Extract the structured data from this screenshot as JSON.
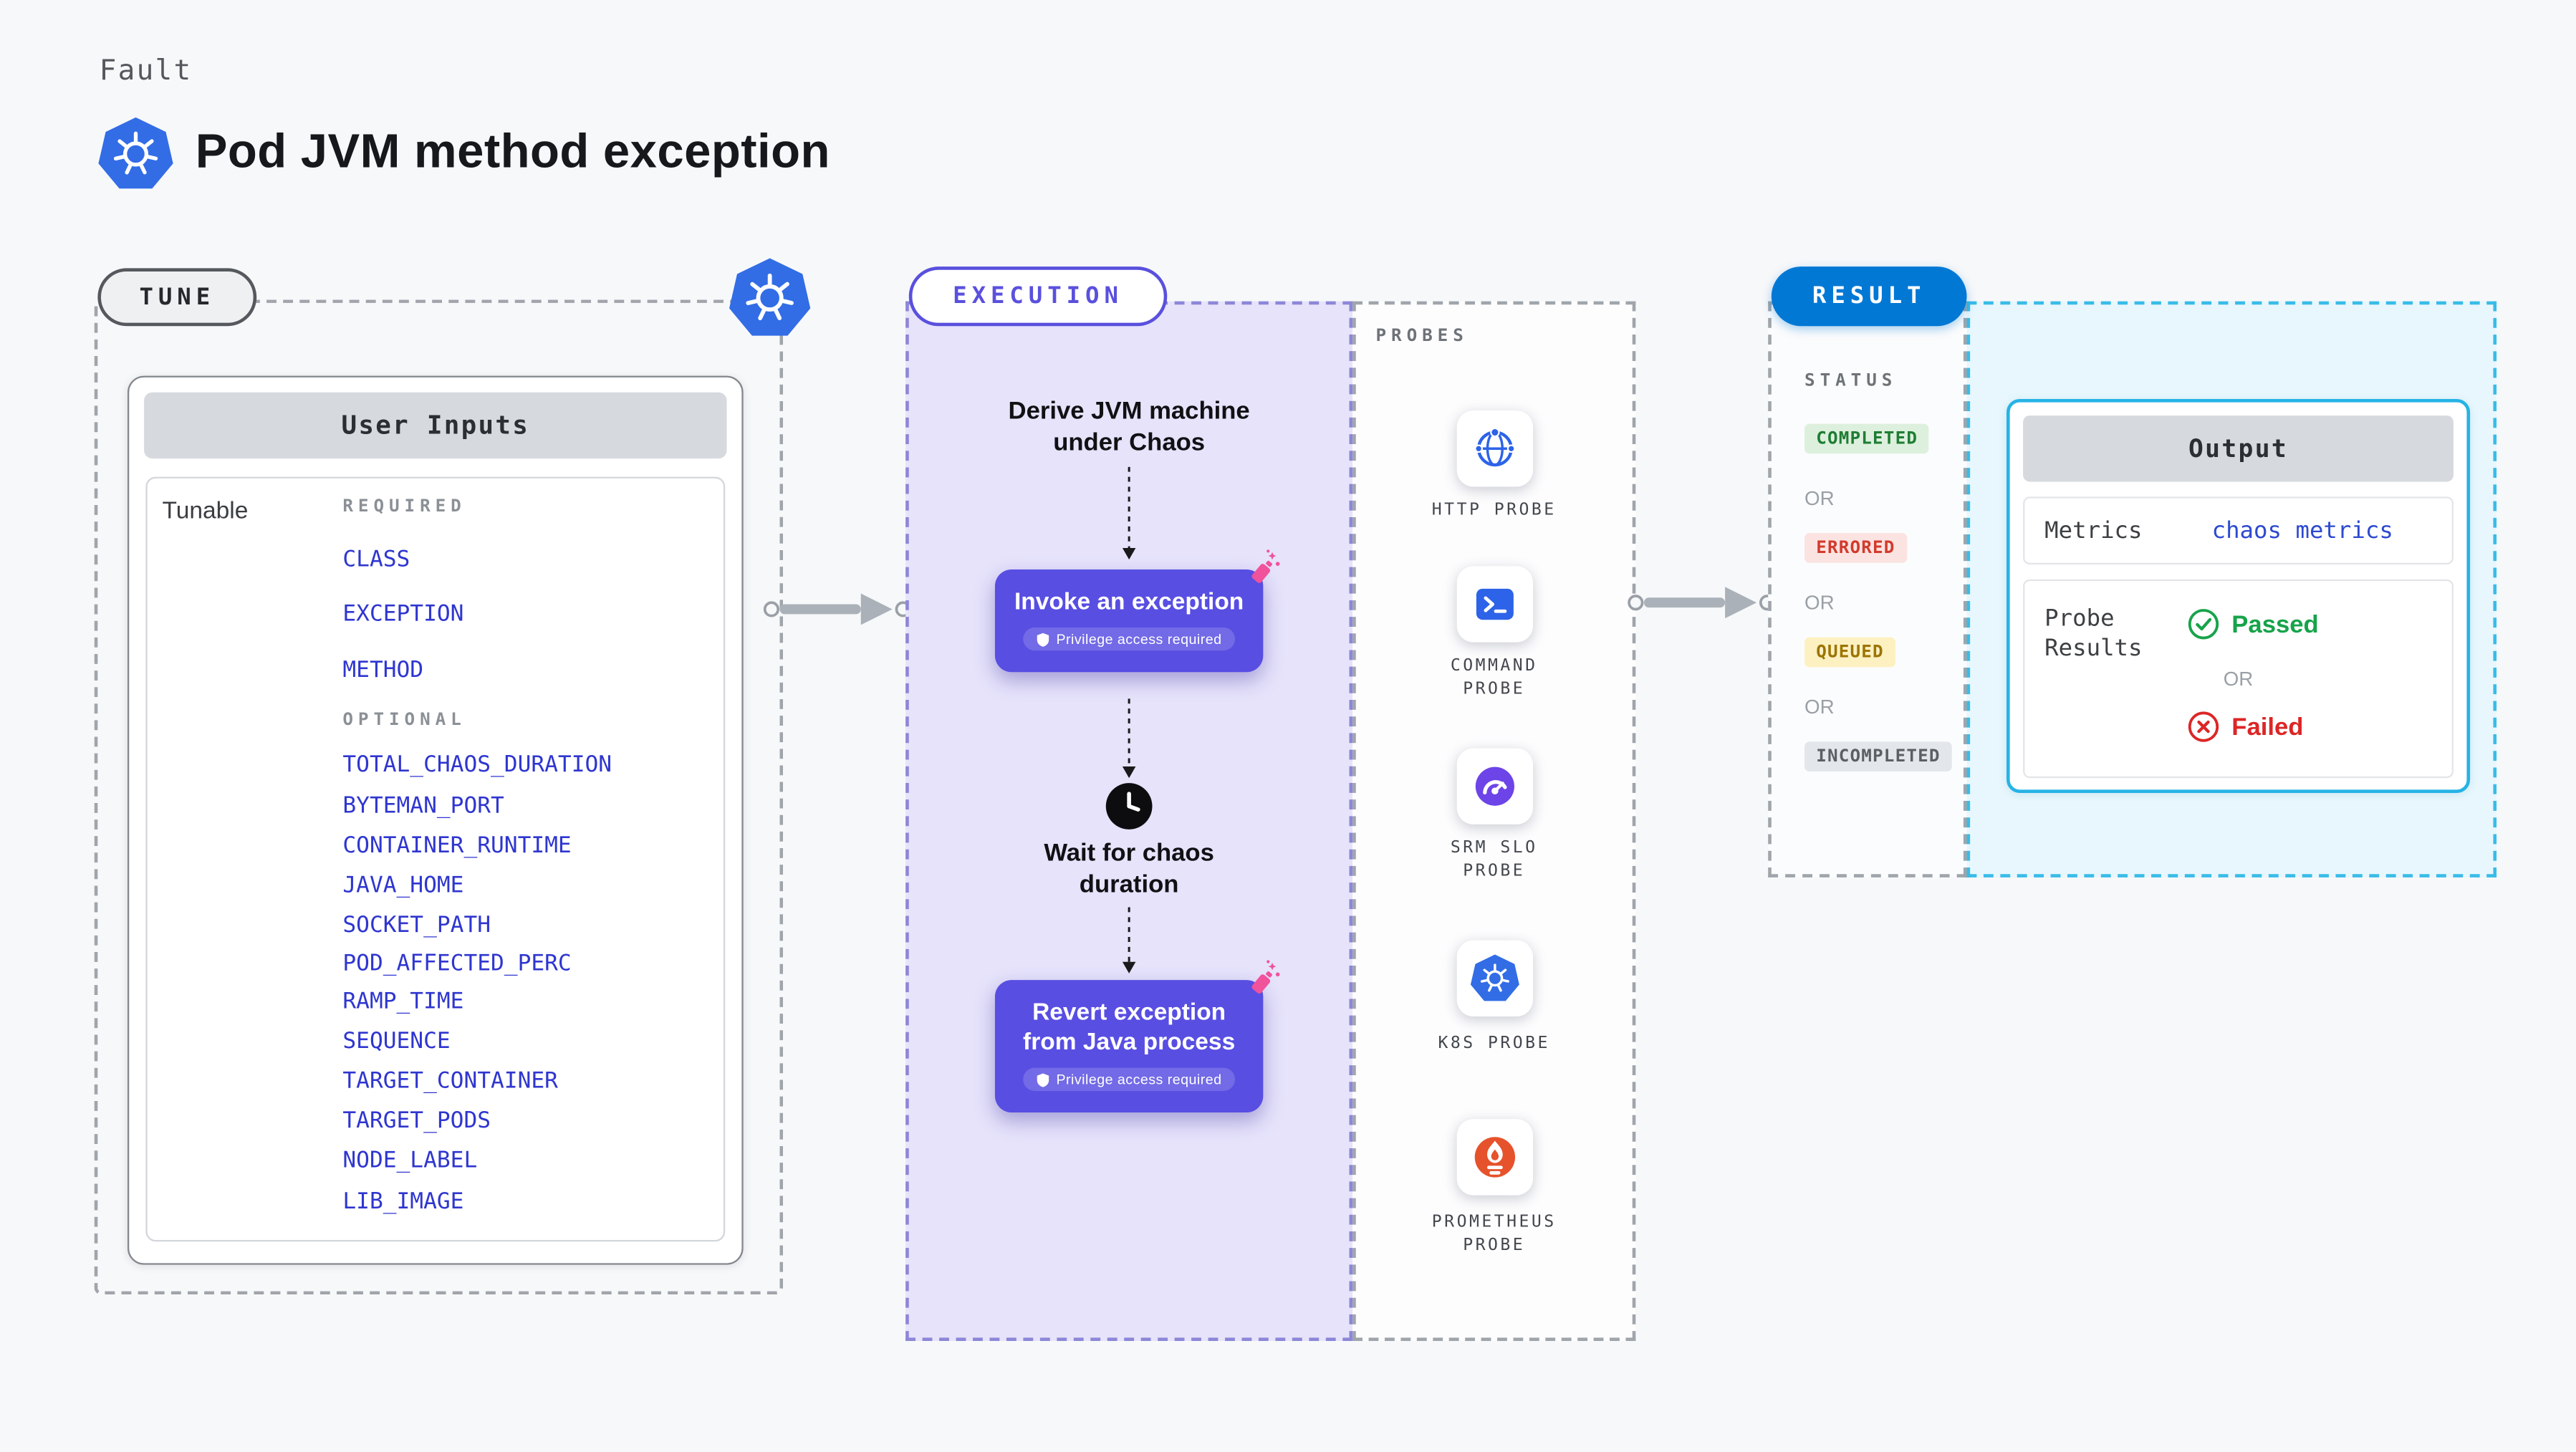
{
  "header": {
    "kicker": "Fault",
    "title": "Pod JVM method exception",
    "icon": "kubernetes-icon"
  },
  "tune": {
    "pill": "TUNE",
    "corner_icon": "kubernetes-icon",
    "card_title": "User Inputs",
    "tunable_label": "Tunable",
    "required_label": "REQUIRED",
    "required": [
      "CLASS",
      "EXCEPTION",
      "METHOD"
    ],
    "optional_label": "OPTIONAL",
    "optional": [
      "TOTAL_CHAOS_DURATION",
      "BYTEMAN_PORT",
      "CONTAINER_RUNTIME",
      "JAVA_HOME",
      "SOCKET_PATH",
      "POD_AFFECTED_PERC",
      "RAMP_TIME",
      "SEQUENCE",
      "TARGET_CONTAINER",
      "TARGET_PODS",
      "NODE_LABEL",
      "LIB_IMAGE"
    ]
  },
  "execution": {
    "pill": "EXECUTION",
    "derive_text": "Derive JVM machine under Chaos",
    "invoke_title": "Invoke an exception",
    "wait_text": "Wait for chaos duration",
    "revert_title": "Revert exception from Java process",
    "privilege_badge": "Privilege access required",
    "step_corner_icon": "spray-paint-icon",
    "wait_icon": "clock-icon"
  },
  "probes": {
    "label": "PROBES",
    "items": [
      {
        "name": "HTTP PROBE",
        "icon": "http-probe-icon"
      },
      {
        "name": "COMMAND PROBE",
        "icon": "command-probe-icon"
      },
      {
        "name": "SRM SLO PROBE",
        "icon": "srm-slo-probe-icon"
      },
      {
        "name": "K8S PROBE",
        "icon": "kubernetes-icon"
      },
      {
        "name": "PROMETHEUS PROBE",
        "icon": "prometheus-icon"
      }
    ]
  },
  "result": {
    "pill": "RESULT",
    "status_label": "STATUS",
    "or": "OR",
    "statuses": [
      {
        "label": "COMPLETED",
        "type": "success"
      },
      {
        "label": "ERRORED",
        "type": "error"
      },
      {
        "label": "QUEUED",
        "type": "warning"
      },
      {
        "label": "INCOMPLETED",
        "type": "neutral"
      }
    ],
    "output": {
      "title": "Output",
      "metrics_label": "Metrics",
      "metrics_value": "chaos metrics",
      "probe_results_label": "Probe Results",
      "passed": "Passed",
      "or": "OR",
      "failed": "Failed",
      "passed_icon": "check-circle-icon",
      "failed_icon": "x-circle-icon"
    }
  },
  "colors": {
    "page_bg": "#f7f8fa",
    "accent_purple": "#584ee2",
    "execution_bg": "#e6e3fb",
    "result_blue": "#0278d5",
    "cyan_border": "#26b3e6",
    "link_blue": "#2f36cf",
    "success_green": "#16a34a",
    "error_red": "#dc2626",
    "queued_yellow": "#9c7400",
    "k8s_blue": "#326de6",
    "prometheus_orange": "#e6522c",
    "spray_pink": "#f0529c"
  }
}
